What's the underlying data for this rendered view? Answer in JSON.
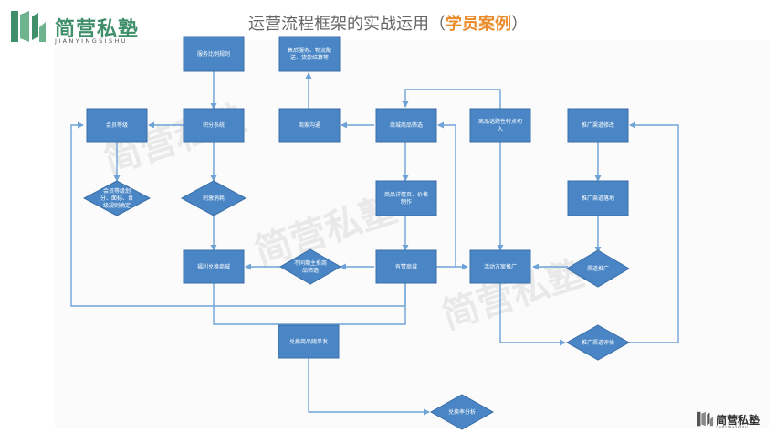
{
  "title": {
    "main": "运营流程框架的实战运用（",
    "highlight": "学员案例",
    "close": "）"
  },
  "brand": {
    "name": "简营私塾",
    "sub": "JIANYINGSISHU",
    "color": "#3f8f6a"
  },
  "watermark": "简营私塾",
  "colors": {
    "node": "#4a86c5",
    "node_border": "#3a6ea8",
    "arrow": "#6fa3d6",
    "highlight": "#ea8b2a"
  },
  "nodes": {
    "n1": [
      "服务比例规则"
    ],
    "n2": [
      "售后服务、物流配",
      "送、货款结算等"
    ],
    "n3": [
      "会员等级"
    ],
    "n4": [
      "积分系统"
    ],
    "n5": [
      "商家沟通"
    ],
    "n6": [
      "商城商品筛选"
    ],
    "n7": [
      "商品话题性特点切",
      "入"
    ],
    "n8": [
      "推广渠道修改"
    ],
    "n9": [
      "会员等级划",
      "分、面标、晋",
      "级规则确定"
    ],
    "n10": [
      "刺激消耗"
    ],
    "n11": [
      "商品详情页、价格",
      "制作"
    ],
    "n12": [
      "推广渠道落地"
    ],
    "n13": [
      "福利兑换商城"
    ],
    "n14": [
      "不同期主推商",
      "品筛选"
    ],
    "n15": [
      "有赞商城"
    ],
    "n16": [
      "活动方案推广"
    ],
    "n17": [
      "渠道推广"
    ],
    "n18": [
      "兑换商品随单发"
    ],
    "n19": [
      "推广渠道评估"
    ],
    "n20": [
      "兑换率分析"
    ]
  }
}
